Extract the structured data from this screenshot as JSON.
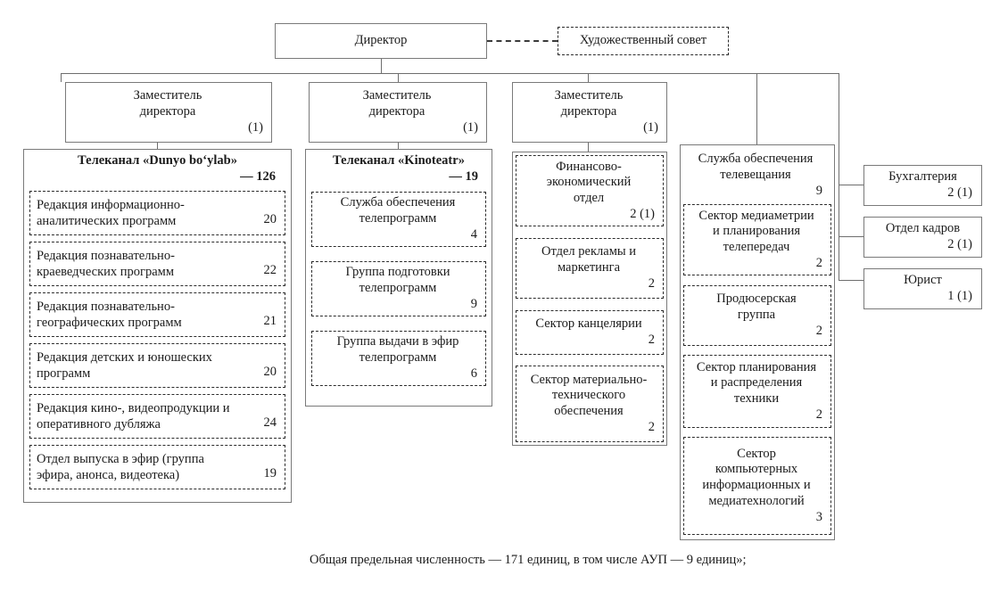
{
  "director": {
    "label": "Директор"
  },
  "art_council": {
    "label": "Художественный совет"
  },
  "deputies": [
    {
      "label": "Заместитель\nдиректора",
      "count": "(1)"
    },
    {
      "label": "Заместитель\nдиректора",
      "count": "(1)"
    },
    {
      "label": "Заместитель\nдиректора",
      "count": "(1)"
    }
  ],
  "column1": {
    "header": {
      "label": "Телеканал «Dunyo bo‘ylab»",
      "count": "— 126"
    },
    "items": [
      {
        "label": "Редакция информационно-\nаналитических программ",
        "count": "20"
      },
      {
        "label": "Редакция познавательно-\nкраеведческих программ",
        "count": "22"
      },
      {
        "label": "Редакция познавательно-\nгеографических программ",
        "count": "21"
      },
      {
        "label": "Редакция детских и юношеских\nпрограмм",
        "count": "20"
      },
      {
        "label": "Редакция кино-, видеопродукции и\nоперативного дубляжа",
        "count": "24"
      },
      {
        "label": "Отдел выпуска в эфир (группа\nэфира, анонса, видеотека)",
        "count": "19"
      }
    ]
  },
  "column2": {
    "header": {
      "label": "Телеканал «Kinoteatr»",
      "count": "— 19"
    },
    "items": [
      {
        "label": "Служба обеспечения\nтелепрограмм",
        "count": "4"
      },
      {
        "label": "Группа подготовки\nтелепрограмм",
        "count": "9"
      },
      {
        "label": "Группа выдачи в эфир\nтелепрограмм",
        "count": "6"
      }
    ]
  },
  "column3": {
    "items": [
      {
        "label": "Финансово-\nэкономический\nотдел",
        "count": "2 (1)"
      },
      {
        "label": "Отдел рекламы и\nмаркетинга",
        "count": "2"
      },
      {
        "label": "Сектор канцелярии",
        "count": "2"
      },
      {
        "label": "Сектор материально-\nтехнического\nобеспечения",
        "count": "2"
      }
    ]
  },
  "column4": {
    "header": {
      "label": "Служба обеспечения\nтелевещания",
      "count": "9"
    },
    "items": [
      {
        "label": "Сектор медиаметрии\nи планирования\nтелепередач",
        "count": "2"
      },
      {
        "label": "Продюсерская\nгруппа",
        "count": "2"
      },
      {
        "label": "Сектор планирования\nи распределения\nтехники",
        "count": "2"
      },
      {
        "label": "Сектор\nкомпьютерных\nинформационных и\nмедиатехнологий",
        "count": "3"
      }
    ]
  },
  "right_column": {
    "items": [
      {
        "label": "Бухгалтерия",
        "count": "2 (1)"
      },
      {
        "label": "Отдел кадров",
        "count": "2 (1)"
      },
      {
        "label": "Юрист",
        "count": "1 (1)"
      }
    ]
  },
  "footer": {
    "text": "Общая предельная численность — 171 единиц, в том числе АУП — 9 единиц»;"
  }
}
